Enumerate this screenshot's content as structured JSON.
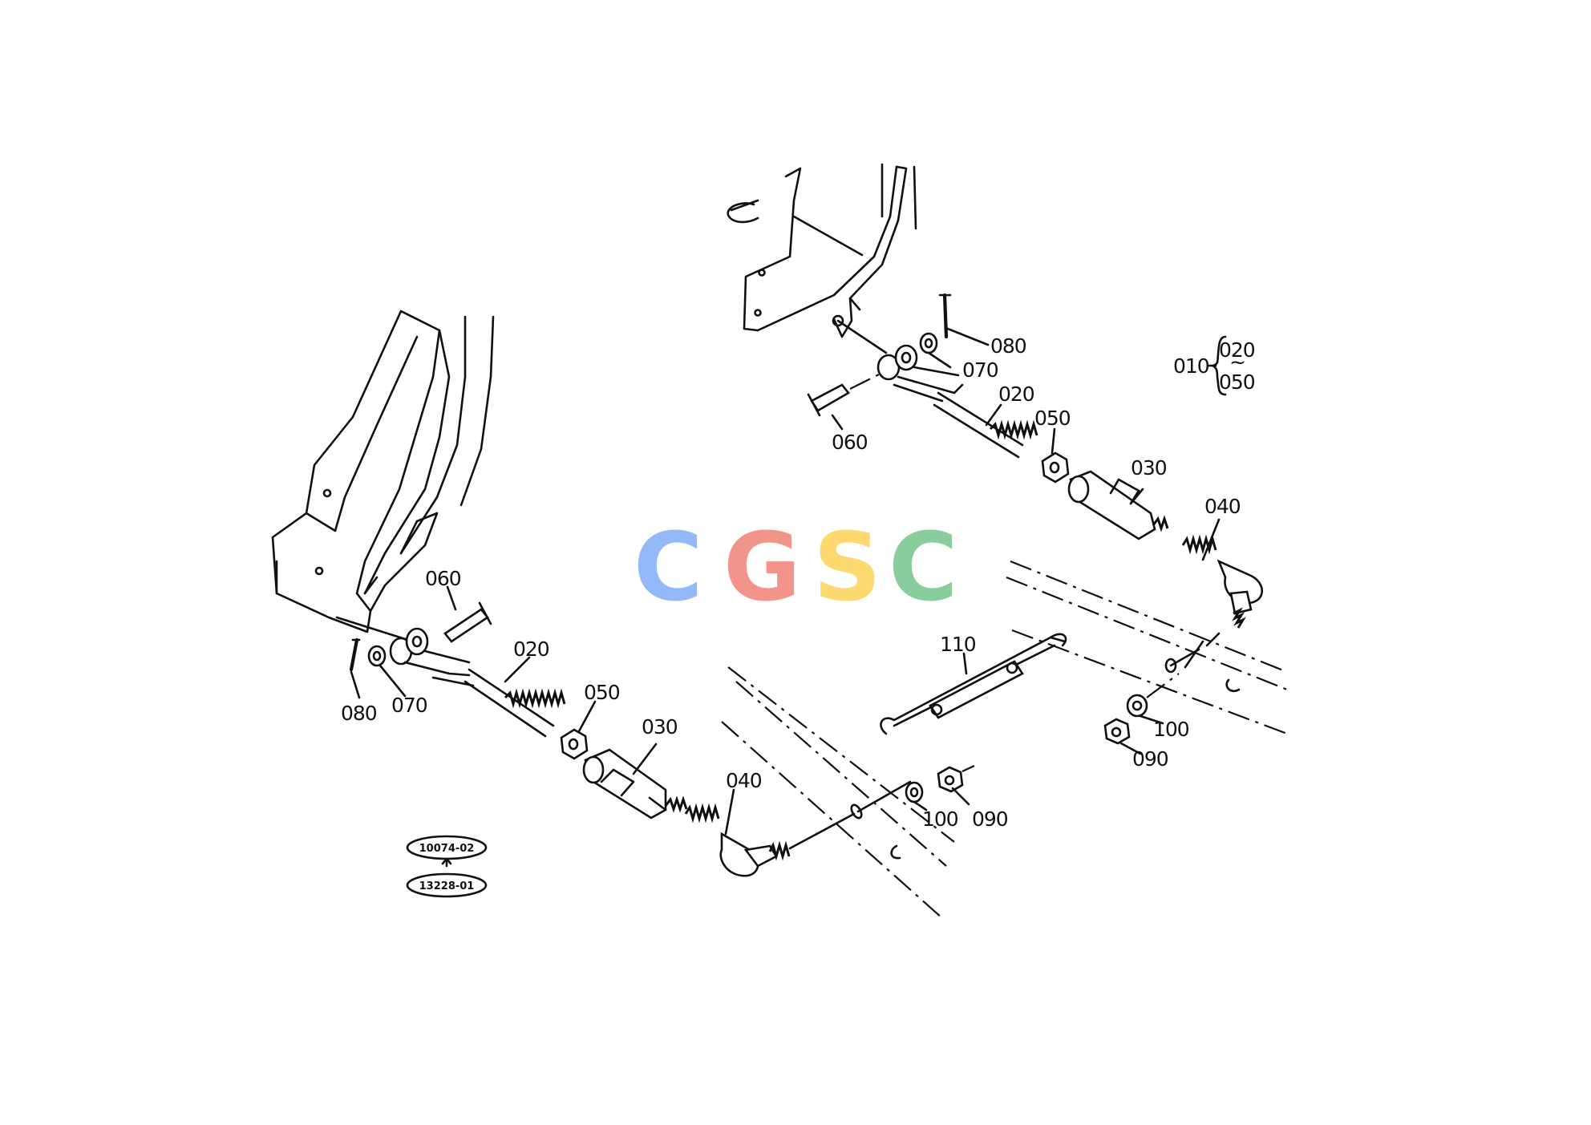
{
  "callouts": {
    "left": {
      "p020": "020",
      "p030": "030",
      "p040": "040",
      "p050": "050",
      "p060": "060",
      "p070": "070",
      "p080": "080"
    },
    "right": {
      "p020": "020",
      "p030": "030",
      "p040": "040",
      "p050": "050",
      "p060": "060",
      "p070": "070",
      "p080": "080"
    },
    "lower_left": {
      "p100": "100",
      "p090": "090"
    },
    "lower_right": {
      "p100": "100",
      "p090": "090",
      "p110": "110"
    }
  },
  "assembly_note": {
    "parent": "010",
    "from": "020",
    "to": "050",
    "connector": "~"
  },
  "reference_codes": [
    "10074-02",
    "13228-01"
  ],
  "watermark": {
    "letters": [
      "C",
      "G",
      "S",
      "C"
    ],
    "colors": [
      "#8ab4f8",
      "#f28b82",
      "#fdd663",
      "#81c995"
    ]
  }
}
